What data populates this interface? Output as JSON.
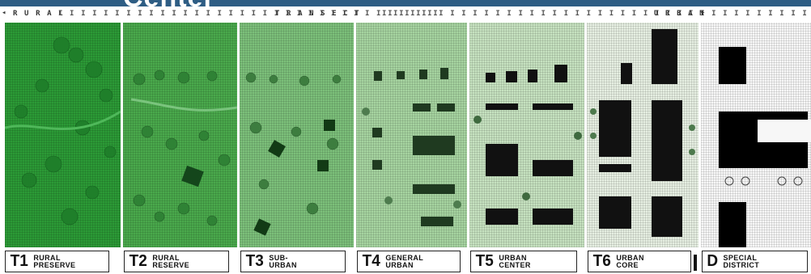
{
  "header": {
    "title_fragment": "Center"
  },
  "scale": {
    "rural_label": "R U R A L",
    "transect_label": "T R A N S E C T",
    "urban_label": "U R B A N",
    "left_arrow": "◂",
    "right_arrow": "▸"
  },
  "zones": [
    {
      "code": "T1",
      "name": "RURAL\nPRESERVE",
      "color": "#2b9a36"
    },
    {
      "code": "T2",
      "name": "RURAL\nRESERVE",
      "color": "#4aa94c"
    },
    {
      "code": "T3",
      "name": "SUB-\nURBAN",
      "color": "#7cc07a"
    },
    {
      "code": "T4",
      "name": "GENERAL\nURBAN",
      "color": "#a6d4a0"
    },
    {
      "code": "T5",
      "name": "URBAN\nCENTER",
      "color": "#c6e2c0"
    },
    {
      "code": "T6",
      "name": "URBAN\nCORE",
      "color": "#e6efe2"
    },
    {
      "code": "D",
      "name": "SPECIAL\nDISTRICT",
      "color": "#f7f7f7"
    }
  ]
}
